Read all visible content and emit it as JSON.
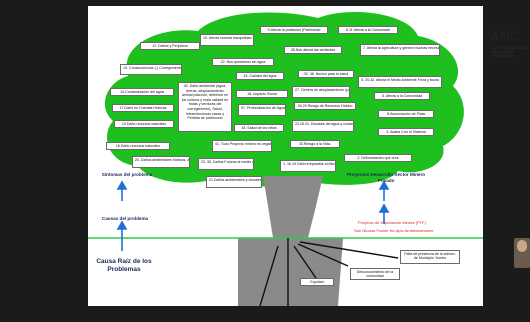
{
  "canopy_labels": [
    {
      "id": "l1",
      "text": "12. Daños y Perjuicios"
    },
    {
      "id": "l2",
      "text": "10. Afecta nuestra tranquilidad"
    },
    {
      "id": "l3",
      "text": "9.Afecta la población (Patrimonio"
    },
    {
      "id": "l4",
      "text": "8.11 Afecta a la Comunidad"
    },
    {
      "id": "l5",
      "text": "13. Consecuencias (-) Corregimiento"
    },
    {
      "id": "l6",
      "text": "22. Nos quedamos sin agua"
    },
    {
      "id": "l7",
      "text": "28.Nos afecta las vertientes"
    },
    {
      "id": "l8",
      "text": "7. Afecta la agricultura y genera muchas necesidades"
    },
    {
      "id": "l9",
      "text": "24. Calidad del agua"
    },
    {
      "id": "l10",
      "text": "32, 38. Nocivo para la salud"
    },
    {
      "id": "l11",
      "text": "14.Contaminación del agua"
    },
    {
      "id": "l12",
      "text": "42. Daño ambiental (agua, tierras, desplazamiento animal poluvión, deterioro en los cultivos y mala calidad en frutas y verduras del corregimiento), Salud, Infraestructuras casas y Pérdida de patrimonio"
    },
    {
      "id": "l13",
      "text": "18. Impacto Social"
    },
    {
      "id": "l14",
      "text": "27. Genera de desplazamiento (para y animales)"
    },
    {
      "id": "l15",
      "text": "5. 20.42. Afecta el Medio Ambiente Flora y fauna"
    },
    {
      "id": "l16",
      "text": "17.Daño en Cuentas Hídricas"
    },
    {
      "id": "l17",
      "text": "37. Profundización de Aguas"
    },
    {
      "id": "l18",
      "text": "5. Afecta a la Comunidad"
    },
    {
      "id": "l19",
      "text": "26.29 Riesgo de Recursos Hídrico"
    },
    {
      "id": "l20",
      "text": "19.Daño recursos naturales"
    },
    {
      "id": "l21",
      "text": "6.Acumulación de Plata"
    },
    {
      "id": "l22",
      "text": "34. Salud de los niños"
    },
    {
      "id": "l23",
      "text": "23.25.31. Escases del agua y contaminación"
    },
    {
      "id": "l24",
      "text": "3. Acaba Con el Sistema"
    },
    {
      "id": "l25",
      "text": "16.Daño recursos naturales"
    },
    {
      "id": "l26",
      "text": "41. Todo Proyecto minero es negativo"
    },
    {
      "id": "l27",
      "text": "33.Riesgo a la Vida."
    },
    {
      "id": "l28",
      "text": "2. Deforestación que crea"
    },
    {
      "id": "l29",
      "text": "20. Daños ambientales hídricos, auditivos y más"
    },
    {
      "id": "l30",
      "text": "22. 30. Daños Futuros al medio ambiente"
    },
    {
      "id": "l31",
      "text": "1. 16.19 Daño irreparable al Medio Ambiente."
    },
    {
      "id": "l32",
      "text": "21.Daños ambientales y visuales"
    }
  ],
  "labels": {
    "sintomas": "Síntomas del problema",
    "proyectos": "Proyectos Desarrollo Sector Minero Privado",
    "causas": "Causas del problema",
    "causa_raiz": "Causa Raíz de los Problemas",
    "proyecto_line1": "Proyecto de Explotación Minera (PTF).",
    "proyecto_line2": "San Nicolás Fuvide No Apto Ambientalmente",
    "root_equidad": "Equidad",
    "root_desconoc": "Desconocimiento de la comunidad",
    "root_falta": "Falta de presencia de la admón. de Municipio Yumbo"
  },
  "logo": {
    "text": "ANC",
    "subtitle": "AUTORIDAD NACIONAL DE LICENCIAS AMBIENTALES"
  },
  "colors": {
    "canopy": "#1fbf1f",
    "trunk": "#8a8a8a",
    "ground": "#2ecc4a",
    "arrow": "#1e6fd6"
  }
}
